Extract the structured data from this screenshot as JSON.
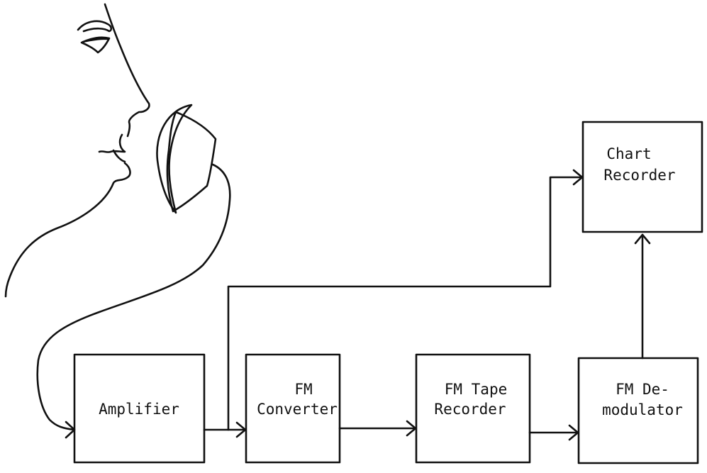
{
  "colors": {
    "ink": "#111111",
    "background": "#ffffff"
  },
  "blocks": {
    "amplifier": {
      "lines": [
        "Amplifier"
      ]
    },
    "fm_converter": {
      "lines": [
        "FM",
        "Converter"
      ]
    },
    "fm_tape_recorder": {
      "lines": [
        "FM Tape",
        "Recorder"
      ]
    },
    "fm_demodulator": {
      "lines": [
        "FM De-",
        "modulator"
      ]
    },
    "chart_recorder": {
      "lines": [
        "Chart",
        "Recorder"
      ]
    }
  },
  "illustration": {
    "subject": "face-profile-with-microphone-cup"
  }
}
